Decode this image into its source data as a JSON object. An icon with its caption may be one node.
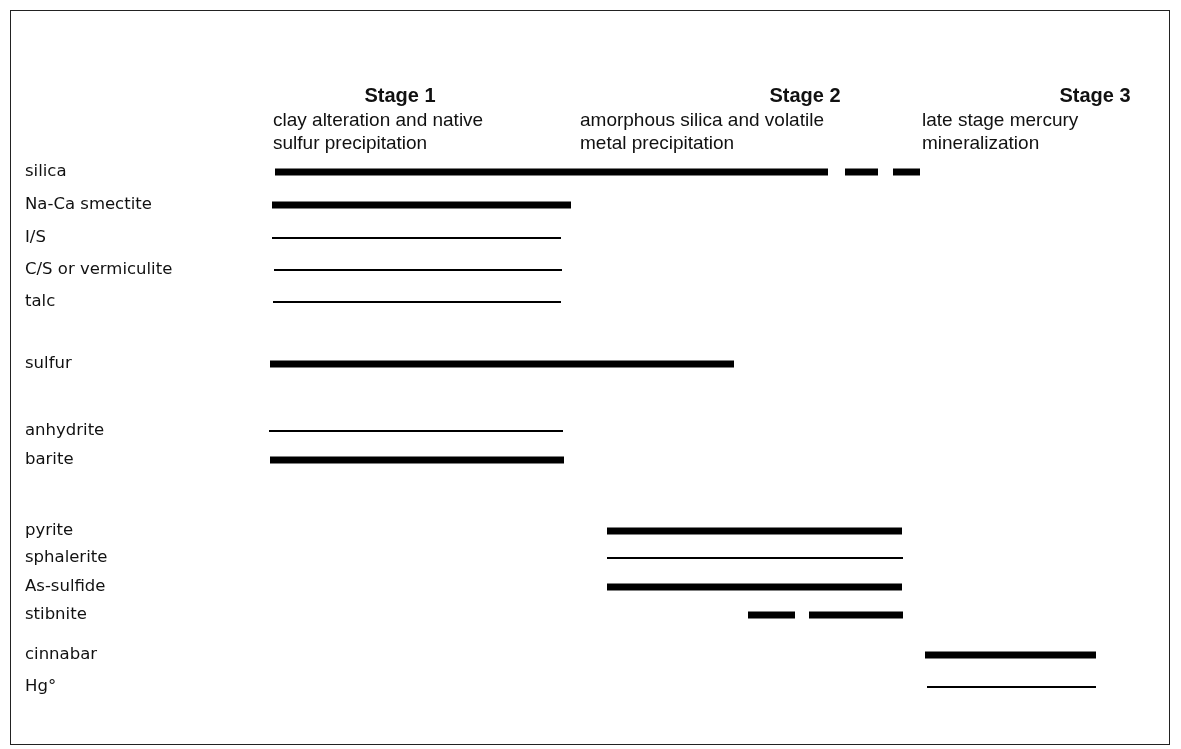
{
  "diagram": {
    "labels": [
      "Stage 1",
      "clay alteration and native sulfur precipitation",
      "Stage 2",
      "amorphous silica and volatile metal precipitation",
      "Stage 3",
      "late stage mercury mineralization",
      "silica",
      "Na-Ca smectite",
      "I/S",
      "C/S or vermiculite",
      "talc",
      "sulfur",
      "anhydrite",
      "barite",
      "pyrite",
      "sphalerite",
      "As-sulfide",
      "stibnite",
      "cinnabar",
      "Hg°"
    ]
  }
}
